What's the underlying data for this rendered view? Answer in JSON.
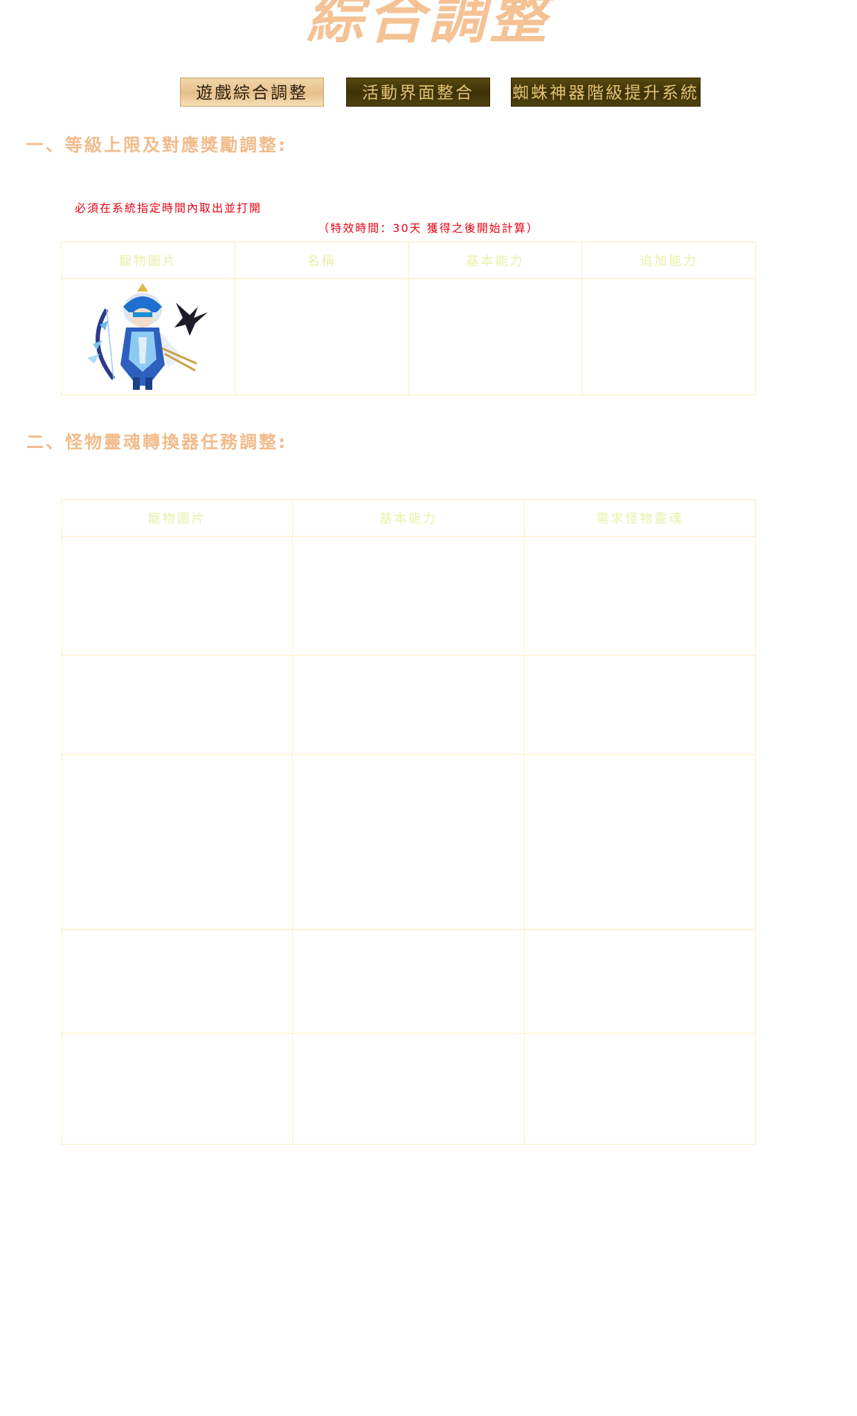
{
  "header": {
    "title": "綜合調整"
  },
  "tabs": [
    {
      "label": "遊戲綜合調整",
      "state": "active"
    },
    {
      "label": "活動界面整合",
      "state": "inactive"
    },
    {
      "label": "蜘蛛神器階級提升系統",
      "state": "inactive"
    }
  ],
  "section1": {
    "heading": "一、等級上限及對應獎勵調整:",
    "notice": "必須在系統指定時間內取出並打開",
    "duration": "（特效時間：30天 獲得之後開始計算）",
    "table": {
      "headers": [
        "寵物圖片",
        "名稱",
        "基本能力",
        "追加能力"
      ],
      "rows": [
        [
          "",
          "",
          "",
          ""
        ]
      ]
    }
  },
  "section2": {
    "heading": "二、怪物靈魂轉換器任務調整:",
    "table": {
      "headers": [
        "寵物圖片",
        "基本能力",
        "需求怪物靈魂"
      ],
      "rows": [
        [
          "",
          "",
          ""
        ],
        [
          "",
          "",
          ""
        ],
        [
          "",
          "",
          ""
        ],
        [
          "",
          "",
          ""
        ],
        [
          "",
          "",
          ""
        ]
      ]
    }
  },
  "colors": {
    "title": "#f4c294",
    "heading": "#f2bb8b",
    "notice": "#e60012",
    "table_border": "#fbeec0",
    "table_header_text": "#e9f0a8",
    "tab_active_bg": "#e6c08a",
    "tab_inactive_bg": "#3d3208",
    "tab_inactive_text": "#e2c172"
  }
}
